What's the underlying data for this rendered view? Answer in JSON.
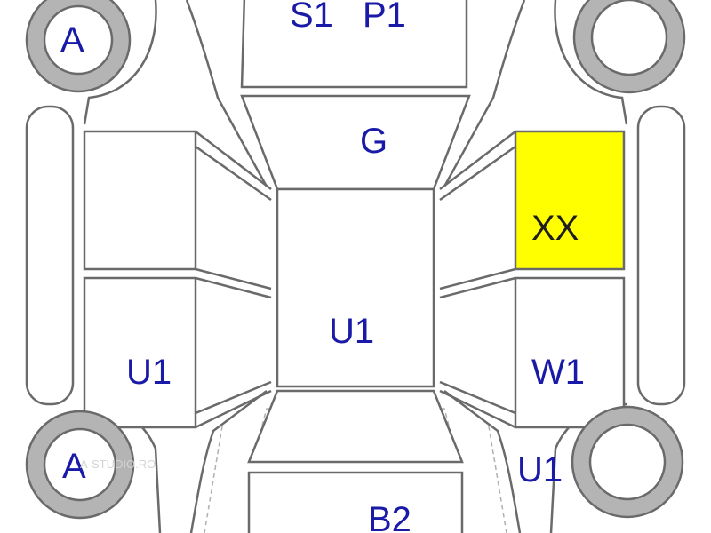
{
  "labels": {
    "front_wheel_left": "A",
    "roof_front": "S1",
    "front_windshield": "P1",
    "hood": "G",
    "roof": "U1",
    "rear_door_left": "U1",
    "front_door_right": "XX",
    "rear_door_right": "W1",
    "rear_wheel_left": "A",
    "rear_quarter_right": "U1",
    "trunk": "B2",
    "watermark": "A-STUDIO.RO"
  },
  "colors": {
    "label_text": "#1a1aa8",
    "highlight_fill": "#ffff00",
    "tire_fill": "#b4b4b4",
    "outline": "#6a6a6a"
  }
}
